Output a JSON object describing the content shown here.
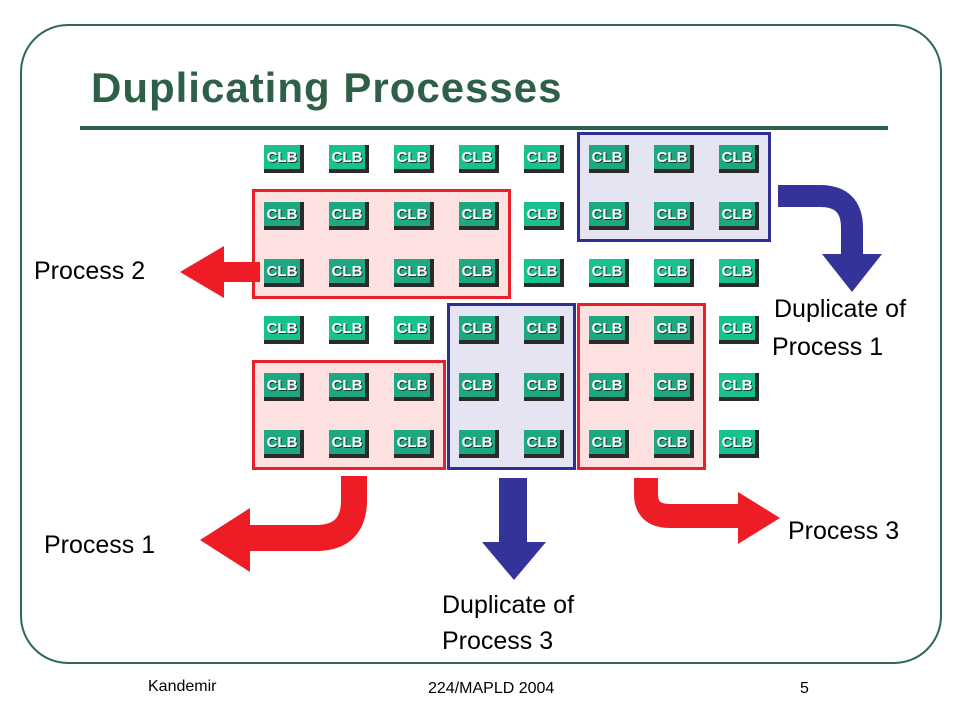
{
  "slide": {
    "title": "Duplicating Processes",
    "footer_left": "Kandemir",
    "footer_center": "224/MAPLD 2004",
    "footer_right": "5"
  },
  "grid": {
    "rows": 6,
    "cols": 8,
    "cell_label": "CLB"
  },
  "colors": {
    "clb_plain": "#17c28e",
    "clb_in_region": "#1ea882",
    "process_border": "#e8202a",
    "process_fill": "#fde0e0",
    "duplicate_border": "#2e2e96",
    "duplicate_fill": "#e4e4f2",
    "process_arrow": "#ee1c24",
    "duplicate_arrow": "#33339a",
    "title": "#2e6048"
  },
  "labels": {
    "process_1": "Process 1",
    "process_2": "Process 2",
    "process_3": "Process 3",
    "duplicate_1_line1": "Duplicate of",
    "duplicate_1_line2": "Process 1",
    "duplicate_3_line1": "Duplicate of",
    "duplicate_3_line2": "Process 3"
  },
  "regions": [
    {
      "name": "process-2-region",
      "kind": "process",
      "rows": [
        1,
        2
      ],
      "cols": [
        0,
        3
      ]
    },
    {
      "name": "duplicate-1-region",
      "kind": "duplicate",
      "rows": [
        0,
        1
      ],
      "cols": [
        5,
        7
      ]
    },
    {
      "name": "process-1-region",
      "kind": "process",
      "rows": [
        4,
        5
      ],
      "cols": [
        0,
        2
      ]
    },
    {
      "name": "duplicate-3-region",
      "kind": "duplicate",
      "rows": [
        3,
        5
      ],
      "cols": [
        3,
        4
      ]
    },
    {
      "name": "process-3-region",
      "kind": "process",
      "rows": [
        3,
        5
      ],
      "cols": [
        5,
        6
      ]
    }
  ]
}
